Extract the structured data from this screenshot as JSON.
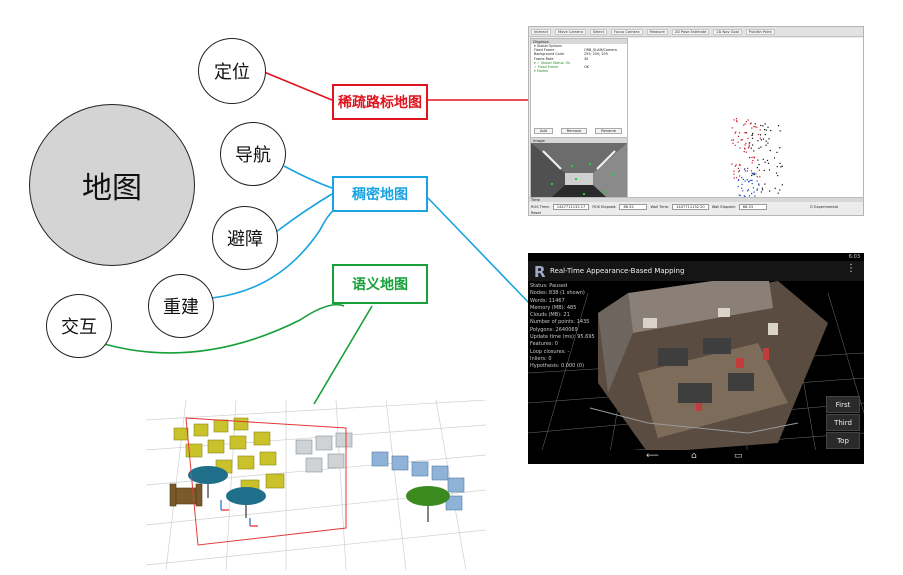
{
  "diagram": {
    "center_node": "地图",
    "tasks": {
      "locate": "定位",
      "navigate": "导航",
      "avoid": "避障",
      "rebuild": "重建",
      "interact": "交互"
    },
    "maps": {
      "sparse": "稀疏路标地图",
      "dense": "稠密地图",
      "semantic": "语义地图"
    },
    "colors": {
      "sparse": "#e0141e",
      "dense": "#1aa3e0",
      "semantic": "#17a03a",
      "center_fill": "#d4d4d4"
    }
  },
  "rviz": {
    "toolbar": [
      "Interact",
      "Move Camera",
      "Select",
      "Focus Camera",
      "Measure",
      "2D Pose Estimate",
      "2D Nav Goal",
      "Publish Point"
    ],
    "displays_title": "Displays",
    "image_title": "Image",
    "time_title": "Time",
    "tree": [
      {
        "k": "▾ Global Options",
        "v": ""
      },
      {
        "k": "Fixed Frame",
        "v": "ORB_SLAM/Camera"
      },
      {
        "k": "Background Color",
        "v": "255; 255; 255"
      },
      {
        "k": "Frame Rate",
        "v": "30"
      },
      {
        "k": "▾ ✓ Global Status: Ok",
        "v": ""
      },
      {
        "k": "✓ Fixed Frame",
        "v": "OK"
      },
      {
        "k": "▾ Marker",
        "v": ""
      }
    ],
    "buttons": [
      "Add",
      "Remove",
      "Rename"
    ],
    "ros_time_label": "ROS Time:",
    "ros_time": "1447711132.17",
    "ros_elapsed_label": "ROS Elapsed:",
    "ros_elapsed": "66.32",
    "wall_time_label": "Wall Time:",
    "wall_time": "1447711132.20",
    "wall_elapsed_label": "Wall Elapsed:",
    "wall_elapsed": "66.33",
    "experimental": "Experimental",
    "reset": "Reset"
  },
  "android": {
    "status_time": "6:03",
    "app_title": "Real-Time Appearance-Based Mapping",
    "logo": "R",
    "info": [
      "Status: Paused",
      "Nodes: 838 (1 shown)",
      "Words: 11467",
      "Memory (MB): 485",
      "Clouds (MB): 21",
      "Number of points: 1435",
      "Polygons: 2640069",
      "Update time (ms): 95.695",
      "Features: 0",
      "Loop closures: -",
      "Inliers: 0",
      "Hypothesis: 0.000 (0)"
    ],
    "buttons": [
      "First",
      "Third",
      "Top"
    ],
    "nav": [
      "back",
      "home",
      "recents"
    ]
  }
}
